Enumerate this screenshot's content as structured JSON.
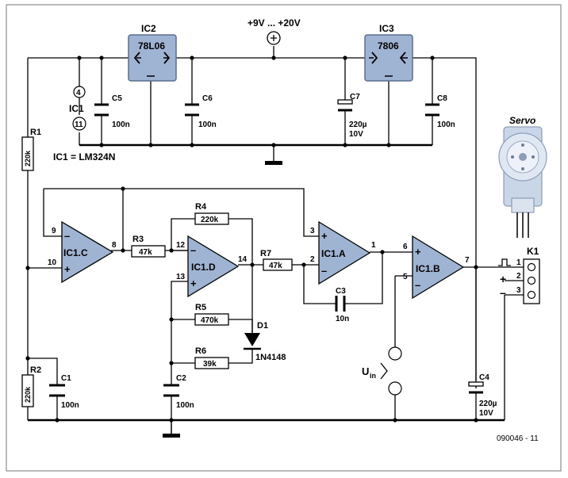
{
  "supply": {
    "label": "+9V ... +20V"
  },
  "regulators": {
    "ic2_name": "IC2",
    "ic2_part": "78L06",
    "ic3_name": "IC3",
    "ic3_part": "7806"
  },
  "ic1": {
    "label": "IC1",
    "pin_vcc": "4",
    "pin_gnd": "11",
    "part_note": "IC1 = LM324N"
  },
  "opamps": {
    "c": "IC1.C",
    "d": "IC1.D",
    "a": "IC1.A",
    "b": "IC1.B"
  },
  "pins": {
    "c_inv": "9",
    "c_noninv": "10",
    "c_out": "8",
    "d_inv": "12",
    "d_noninv": "13",
    "d_out": "14",
    "a_noninv": "3",
    "a_inv": "2",
    "a_out": "1",
    "b_noninv": "6",
    "b_inv": "5",
    "b_out": "7"
  },
  "signs": {
    "minus": "–",
    "plus": "+"
  },
  "resistors": {
    "r1_name": "R1",
    "r1_value": "220k",
    "r2_name": "R2",
    "r2_value": "220k",
    "r3_name": "R3",
    "r3_value": "47k",
    "r4_name": "R4",
    "r4_value": "220k",
    "r5_name": "R5",
    "r5_value": "470k",
    "r6_name": "R6",
    "r6_value": "39k",
    "r7_name": "R7",
    "r7_value": "47k"
  },
  "capacitors": {
    "c1_name": "C1",
    "c1_value": "100n",
    "c2_name": "C2",
    "c2_value": "100n",
    "c3_name": "C3",
    "c3_value": "10n",
    "c4_name": "C4",
    "c4_value1": "220µ",
    "c4_value2": "10V",
    "c5_name": "C5",
    "c5_value": "100n",
    "c6_name": "C6",
    "c6_value": "100n",
    "c7_name": "C7",
    "c7_value1": "220µ",
    "c7_value2": "10V",
    "c8_name": "C8",
    "c8_value": "100n"
  },
  "diode": {
    "name": "D1",
    "part": "1N4148"
  },
  "input": {
    "label_main": "U",
    "label_sub": "in"
  },
  "connector": {
    "name": "K1",
    "pin1": "1",
    "pin2": "2",
    "pin3": "3",
    "pin2_sign": "+",
    "pin3_sign": "–"
  },
  "servo": {
    "label": "Servo"
  },
  "footer": {
    "code": "090046 - 11"
  }
}
